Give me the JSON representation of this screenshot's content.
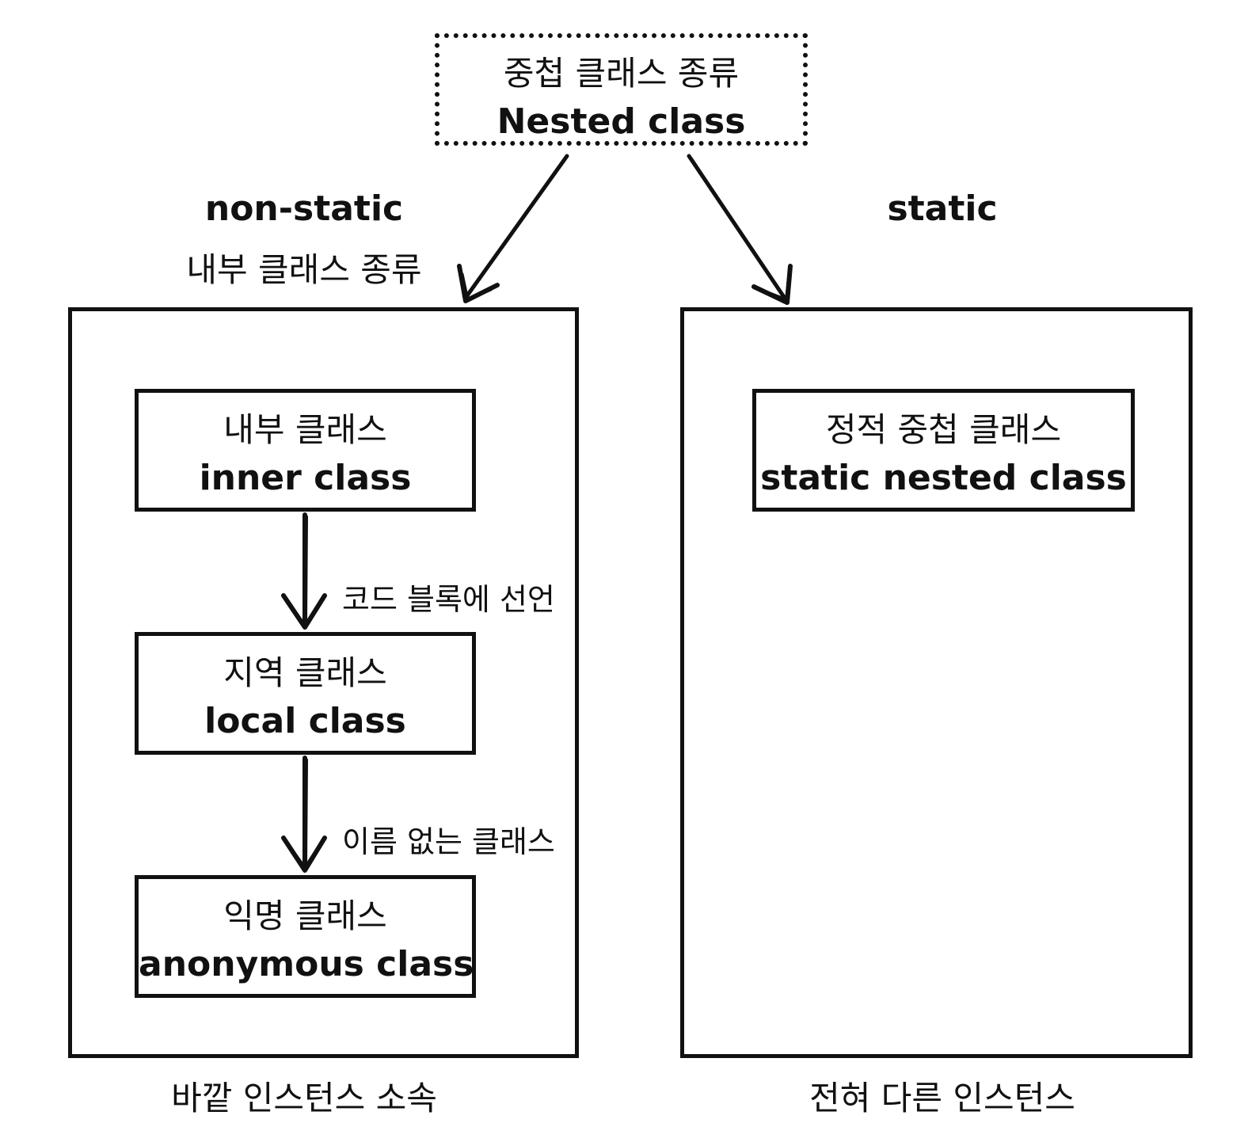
{
  "root": {
    "title_ko": "중첩 클래스 종류",
    "title_en": "Nested class"
  },
  "branches": {
    "non_static": {
      "label": "non-static",
      "sublabel": "내부 클래스 종류",
      "footer": "바깥 인스턴스 소속"
    },
    "static": {
      "label": "static",
      "footer": "전혀 다른 인스턴스"
    }
  },
  "non_static_classes": [
    {
      "name_ko": "내부 클래스",
      "name_en": "inner class"
    },
    {
      "name_ko": "지역 클래스",
      "name_en": "local class"
    },
    {
      "name_ko": "익명 클래스",
      "name_en": "anonymous class"
    }
  ],
  "transitions": [
    {
      "label": "코드 블록에 선언"
    },
    {
      "label": "이름 없는 클래스"
    }
  ],
  "static_classes": [
    {
      "name_ko": "정적 중첩 클래스",
      "name_en": "static nested class"
    }
  ],
  "colors": {
    "stroke": "#111111",
    "background": "#ffffff"
  }
}
